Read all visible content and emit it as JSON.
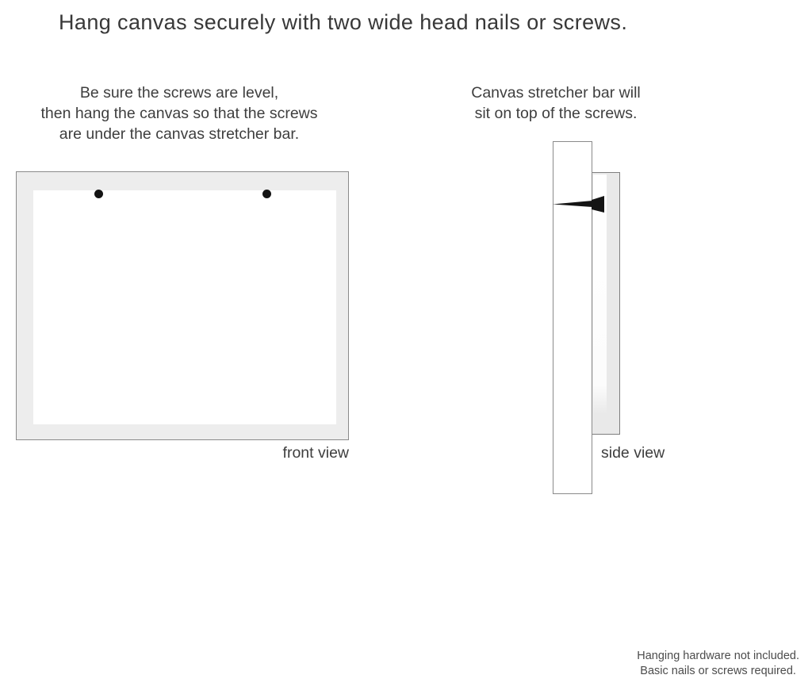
{
  "title": "Hang canvas securely with two wide head nails or screws.",
  "instructions": {
    "left_note": {
      "lines": [
        "Be sure the screws are level,",
        "then hang the canvas so that the screws",
        "are under the canvas stretcher bar."
      ]
    },
    "right_note": {
      "lines": [
        "Canvas stretcher bar will",
        "sit on top of the screws."
      ]
    }
  },
  "front_view": {
    "label": "front view"
  },
  "side_view": {
    "label": "side view"
  },
  "footer_note": {
    "lines": [
      "Hanging hardware not included.",
      "Basic nails or screws required."
    ]
  },
  "colors": {
    "text": "#3c3c3c",
    "canvas_border_gray": "#ededed",
    "side_canvas_gray": "#e9e9e9",
    "outline_gray": "#8a8a8a",
    "screw_black": "#141414",
    "background": "#ffffff"
  }
}
